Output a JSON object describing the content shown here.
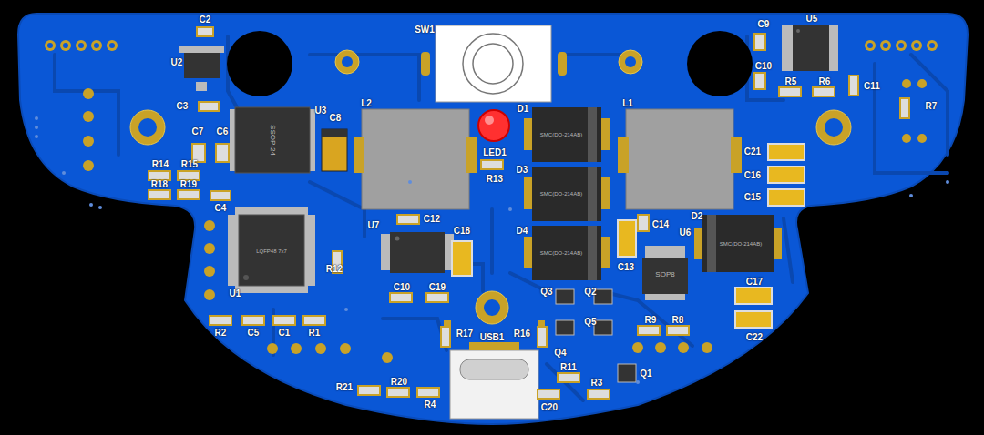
{
  "diagram": {
    "labels": [
      "C2",
      "U2",
      "C3",
      "U3",
      "C8",
      "SSOP-24",
      "L2",
      "SW1",
      "LED1",
      "R13",
      "D1",
      "D3",
      "D4",
      "L1",
      "C9",
      "U5",
      "C10",
      "R5",
      "R6",
      "C11",
      "R7",
      "C21",
      "C16",
      "C15",
      "R14",
      "R15",
      "R18",
      "R19",
      "C7",
      "C6",
      "C4",
      "U7",
      "C12",
      "C18",
      "R12",
      "LQFP48 7x7",
      "U1",
      "C10",
      "C19",
      "R2",
      "C5",
      "C1",
      "R1",
      "USB1",
      "R17",
      "R16",
      "Q3",
      "Q2",
      "Q5",
      "Q4",
      "Q1",
      "R9",
      "R8",
      "R11",
      "R3",
      "C20",
      "R21",
      "R20",
      "R4",
      "C13",
      "C14",
      "U6",
      "D2",
      "C17",
      "C22",
      "SOP8",
      "SMC(DO-214AB)",
      "SMC(DO-214AB)",
      "SMC(DO-214AB)",
      "SMC(DO-214AB)"
    ]
  }
}
